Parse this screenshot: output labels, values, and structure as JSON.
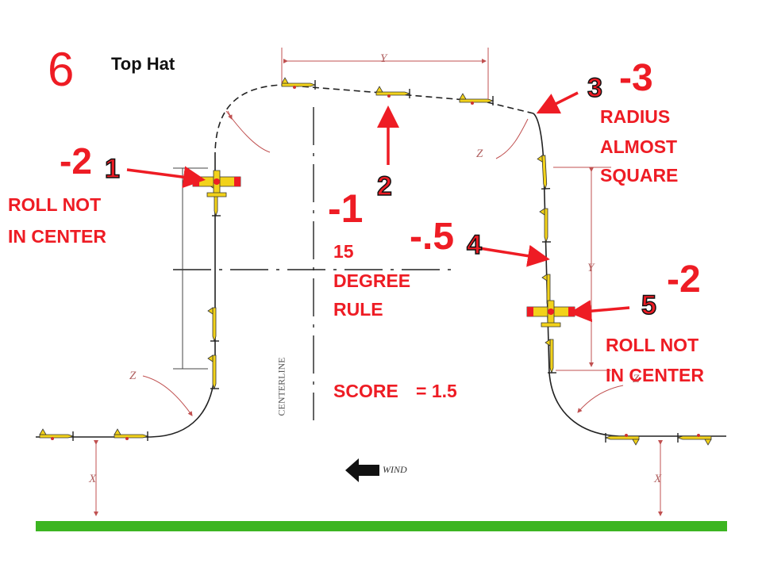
{
  "header": {
    "figure_number": "6",
    "maneuver_name": "Top Hat"
  },
  "dimensions": {
    "x": "X",
    "y": "Y",
    "z": "Z"
  },
  "labels": {
    "centerline": "CENTERLINE",
    "wind": "WIND"
  },
  "deductions": [
    {
      "point": "1",
      "value": "-2",
      "note_lines": [
        "ROLL NOT",
        "IN CENTER"
      ]
    },
    {
      "point": "2",
      "value": "-1",
      "note_lines": [
        "15",
        "DEGREE",
        "RULE"
      ]
    },
    {
      "point": "3",
      "value": "-3",
      "note_lines": [
        "RADIUS",
        "ALMOST",
        "SQUARE"
      ]
    },
    {
      "point": "4",
      "value": "-.5",
      "note_lines": []
    },
    {
      "point": "5",
      "value": "-2",
      "note_lines": [
        "ROLL NOT",
        "IN CENTER"
      ]
    }
  ],
  "score": {
    "label": "SCORE",
    "value": "= 1.5"
  },
  "colors": {
    "annotation": "#ee1c24",
    "ground": "#3cb521",
    "aircraft": "#f2d21a",
    "flight_path": "#222222"
  }
}
